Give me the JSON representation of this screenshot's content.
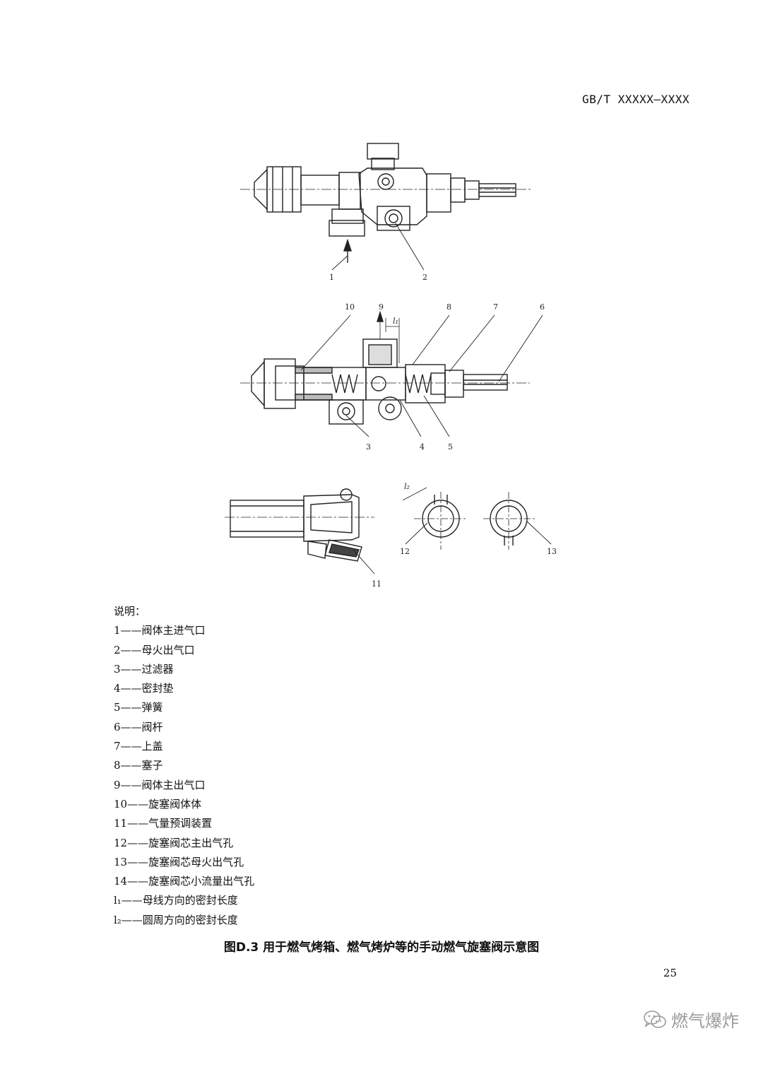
{
  "header": {
    "doc_number": "GB/T XXXXX—XXXX"
  },
  "callouts": {
    "c1": "1",
    "c2": "2",
    "c3": "3",
    "c4": "4",
    "c5": "5",
    "c6": "6",
    "c7": "7",
    "c8": "8",
    "c9": "9",
    "c10": "10",
    "c11": "11",
    "c12": "12",
    "c13": "13",
    "l1": "l₁",
    "l2": "l₂"
  },
  "legend": {
    "title": "说明：",
    "items": [
      "1——阀体主进气口",
      "2——母火出气口",
      "3——过滤器",
      "4——密封垫",
      "5——弹簧",
      "6——阀杆",
      "7——上盖",
      "8——塞子",
      "9——阀体主出气口",
      "10——旋塞阀体体",
      "11——气量预调装置",
      "12——旋塞阀芯主出气孔",
      "13——旋塞阀芯母火出气孔",
      "14——旋塞阀芯小流量出气孔",
      "l₁——母线方向的密封长度",
      "l₂——圆周方向的密封长度"
    ]
  },
  "caption": "图D.3   用于燃气烤箱、燃气烤炉等的手动燃气旋塞阀示意图",
  "page_number": "25",
  "watermark": {
    "text": "燃气爆炸",
    "icon": "wechat-icon"
  }
}
